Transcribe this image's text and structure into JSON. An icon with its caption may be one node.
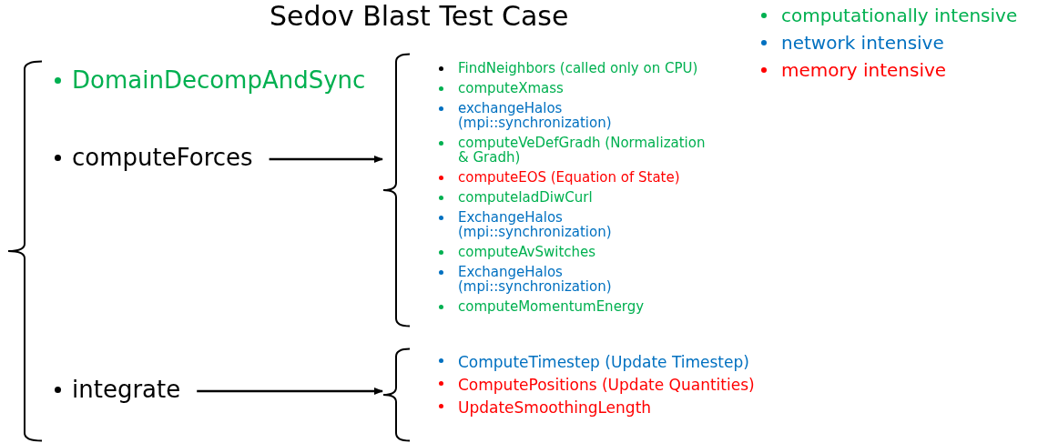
{
  "diagram": {
    "title": "Sedov Blast Test Case",
    "nodes": [
      {
        "text": [],
        "shape": "brace"
      },
      {
        "text": [
          "DomainDecompAndSync"
        ],
        "in": 0
      },
      {
        "text": [
          "computeForces"
        ],
        "in": 0
      },
      {
        "text": [
          "integrate"
        ],
        "in": 0
      },
      {
        "text": [],
        "shape": "brace"
      },
      {
        "text": [
          "FindNeighbors (called only on CPU)"
        ],
        "in": 4
      },
      {
        "text": [
          "computeXmass"
        ],
        "in": 4
      },
      {
        "text": [
          "exchangeHalos (mpi::synchronization)"
        ],
        "in": 4
      },
      {
        "text": [
          "computeVeDefGradh (Normalization & Gradh)"
        ],
        "in": 4
      },
      {
        "text": [
          "computeEOS (Equation of State)"
        ],
        "in": 4
      },
      {
        "text": [
          "computeIadDiwCurl"
        ],
        "in": 4
      },
      {
        "text": [
          "ExchangeHalos (mpi::synchronization)"
        ],
        "in": 4
      },
      {
        "text": [
          "computeAvSwitches"
        ],
        "in": 4
      },
      {
        "text": [
          "ExchangeHalos (mpi::synchronization)"
        ],
        "in": 4
      },
      {
        "text": [
          "computeMomentumEnergy"
        ],
        "in": 4
      },
      {
        "text": [],
        "shape": "brace"
      },
      {
        "text": [
          "ComputeTimestep (Update Timestep)"
        ],
        "in": 15
      },
      {
        "text": [
          "ComputePositions (Update Quantities)"
        ],
        "in": 15
      },
      {
        "text": [
          "UpdateSmoothingLength"
        ],
        "in": 15
      }
    ],
    "edges": [
      {
        "from": 2,
        "to": 4,
        "arrow": "to"
      },
      {
        "from": 3,
        "to": 15,
        "arrow": "to"
      }
    ],
    "legend": [
      {
        "text": "computationally intensive",
        "color": "#00b050"
      },
      {
        "text": "network intensive",
        "color": "#0070c0"
      },
      {
        "text": "memory intensive",
        "color": "#ff0000"
      }
    ]
  }
}
